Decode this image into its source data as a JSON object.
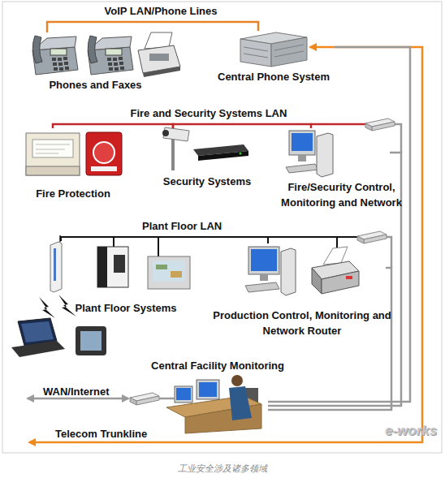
{
  "diagram": {
    "caption": "工业安全涉及诸多领域",
    "nodes": [
      {
        "text": [
          "Phones and Faxes"
        ]
      },
      {
        "text": [
          "Central Phone System"
        ]
      },
      {
        "text": [
          "Fire Protection"
        ]
      },
      {
        "text": [
          "Security Systems"
        ]
      },
      {
        "text": [
          "Fire/Security Control, Monitoring and Network"
        ]
      },
      {
        "text": [
          "Plant Floor Systems"
        ]
      },
      {
        "text": [
          "Production Control, Monitoring and Network Router"
        ]
      },
      {
        "text": [
          "Central Facility Monitoring"
        ]
      }
    ],
    "edges": [
      {
        "from": 0,
        "to": 1,
        "arrow": "none",
        "label": "VoIP LAN/Phone Lines"
      },
      {
        "from": 2,
        "to": 3,
        "arrow": "none",
        "label": "Fire and Security Systems LAN"
      },
      {
        "from": 3,
        "to": 4,
        "arrow": "none"
      },
      {
        "from": 5,
        "to": 6,
        "arrow": "none",
        "label": "Plant Floor LAN"
      },
      {
        "from": 1,
        "to": 7,
        "arrow": "none"
      },
      {
        "from": 4,
        "to": 7,
        "arrow": "none"
      },
      {
        "from": 6,
        "to": 7,
        "arrow": "none"
      }
    ],
    "labels": [
      "WAN/Internet",
      "Telecom Trunkline",
      "e-works"
    ]
  }
}
